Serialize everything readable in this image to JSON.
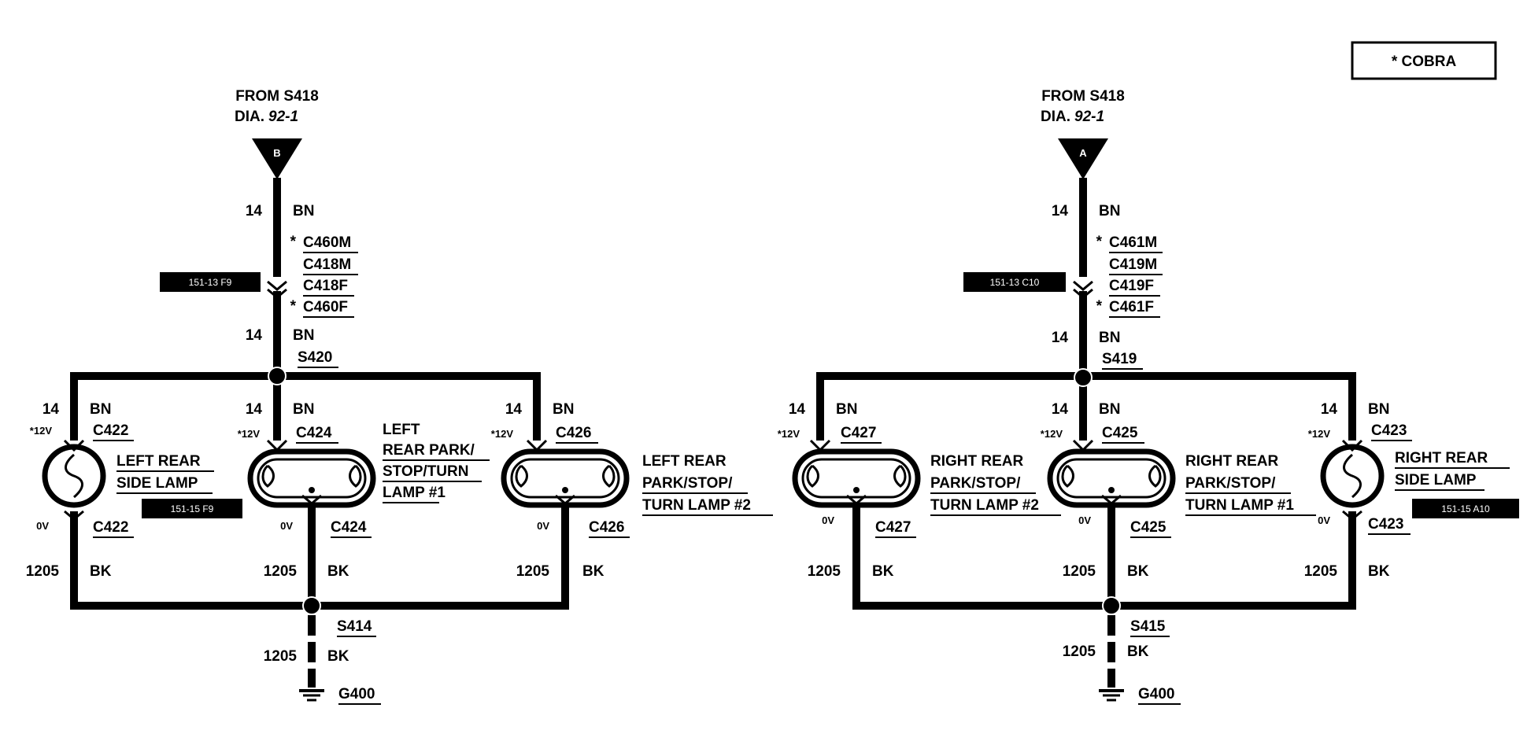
{
  "legend": {
    "label": "* COBRA"
  },
  "left": {
    "from": {
      "line1": "FROM S418",
      "dia": "DIA.",
      "dia_num": "92-1",
      "tag": "B"
    },
    "feed_top": {
      "gauge": "14",
      "color": "BN"
    },
    "connectors": {
      "c1": "C460M",
      "c2": "C418M",
      "c3": "C418F",
      "c4": "C460F",
      "star1": "*",
      "star4": "*"
    },
    "ref_top": "151-13 F9",
    "feed_mid": {
      "gauge": "14",
      "color": "BN",
      "splice": "S420"
    },
    "lamps": [
      {
        "gauge": "14",
        "color": "BN",
        "connector": "C422",
        "v": "*12V",
        "gnd_v": "0V",
        "gnd_conn": "C422",
        "gnd_gauge": "1205",
        "gnd_color": "BK",
        "name1": "LEFT REAR",
        "name2": "SIDE LAMP",
        "name3": "",
        "ref": "151-15 F9"
      },
      {
        "gauge": "14",
        "color": "BN",
        "connector": "C424",
        "v": "*12V",
        "gnd_v": "0V",
        "gnd_conn": "C424",
        "gnd_gauge": "1205",
        "gnd_color": "BK",
        "name1": "LEFT",
        "name2": "REAR PARK/",
        "name3": "STOP/TURN",
        "name4": "LAMP #1"
      },
      {
        "gauge": "14",
        "color": "BN",
        "connector": "C426",
        "v": "*12V",
        "gnd_v": "0V",
        "gnd_conn": "C426",
        "gnd_gauge": "1205",
        "gnd_color": "BK",
        "name1": "LEFT REAR",
        "name2": "PARK/STOP/",
        "name3": "TURN LAMP #2"
      }
    ],
    "ground": {
      "splice": "S414",
      "gauge": "1205",
      "color": "BK",
      "ground": "G400"
    }
  },
  "right": {
    "from": {
      "line1": "FROM S418",
      "dia": "DIA.",
      "dia_num": "92-1",
      "tag": "A"
    },
    "feed_top": {
      "gauge": "14",
      "color": "BN"
    },
    "connectors": {
      "c1": "C461M",
      "c2": "C419M",
      "c3": "C419F",
      "c4": "C461F",
      "star1": "*",
      "star4": "*"
    },
    "ref_top": "151-13 C10",
    "feed_mid": {
      "gauge": "14",
      "color": "BN",
      "splice": "S419"
    },
    "lamps": [
      {
        "gauge": "14",
        "color": "BN",
        "connector": "C427",
        "v": "*12V",
        "gnd_v": "0V",
        "gnd_conn": "C427",
        "gnd_gauge": "1205",
        "gnd_color": "BK",
        "name1": "RIGHT REAR",
        "name2": "PARK/STOP/",
        "name3": "TURN LAMP #2"
      },
      {
        "gauge": "14",
        "color": "BN",
        "connector": "C425",
        "v": "*12V",
        "gnd_v": "0V",
        "gnd_conn": "C425",
        "gnd_gauge": "1205",
        "gnd_color": "BK",
        "name1": "RIGHT REAR",
        "name2": "PARK/STOP/",
        "name3": "TURN LAMP #1"
      },
      {
        "gauge": "14",
        "color": "BN",
        "connector": "C423",
        "v": "*12V",
        "gnd_v": "0V",
        "gnd_conn": "C423",
        "gnd_gauge": "1205",
        "gnd_color": "BK",
        "name1": "RIGHT REAR",
        "name2": "SIDE LAMP",
        "ref": "151-15 A10"
      }
    ],
    "ground": {
      "splice": "S415",
      "gauge": "1205",
      "color": "BK",
      "ground": "G400"
    }
  }
}
